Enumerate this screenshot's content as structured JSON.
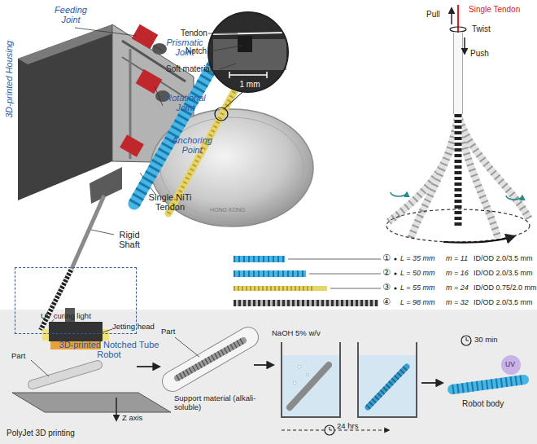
{
  "diagram": {
    "nodes": [
      {
        "text": [
          "3D-printed Notched Tube Robot"
        ]
      },
      {
        "text": [
          "1 mm"
        ]
      }
    ],
    "labels": [
      "Feeding Joint",
      "Prismatic Joint",
      "3D-printed Housing",
      "Rotational Joint",
      "Anchoring Point",
      "Single NiTi Tendon",
      "Rigid Shaft",
      "Tendon",
      "Notch",
      "Soft material",
      "HONG KONG",
      "Pull",
      "Single Tendon",
      "Twist",
      "Push",
      "①",
      "L = 35 mm",
      "m = 11",
      "ID/OD 2.0/3.5 mm",
      "②",
      "L = 50 mm",
      "m = 16",
      "ID/OD 2.0/3.5 mm",
      "③",
      "L = 55 mm",
      "m = 24",
      "ID/OD 0.75/2.0 mm",
      "④",
      "L = 98 mm",
      "m = 32",
      "ID/OD 2.0/3.5 mm",
      "UV curing light",
      "Jetting head",
      "Part",
      "Z axis",
      "PolyJet 3D printing",
      "Part",
      "Support material (alkali-soluble)",
      "NaOH 5% w/v",
      "24 hrs",
      "30 min",
      "UV",
      "Robot body"
    ]
  }
}
